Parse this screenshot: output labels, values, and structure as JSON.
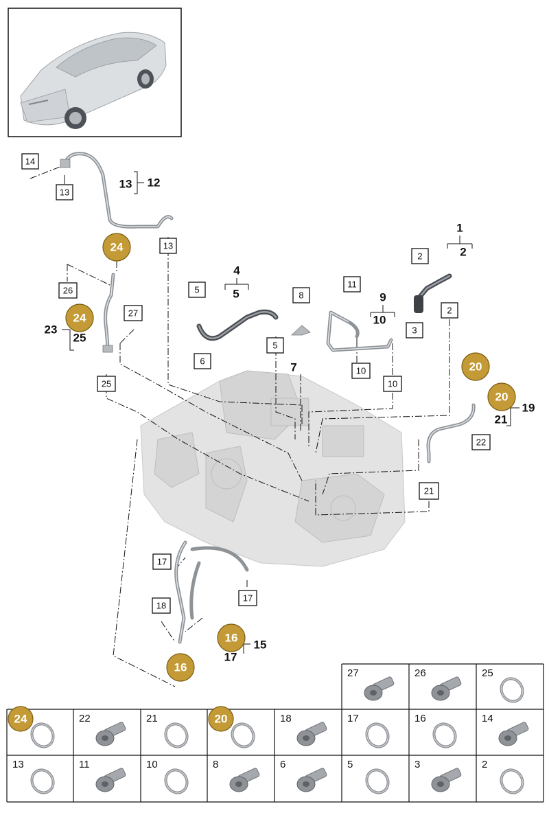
{
  "callouts": {
    "c14": "14",
    "c13a": "13",
    "g13": "13",
    "g12": "12",
    "c13b": "13",
    "c26": "26",
    "c27": "27",
    "g23": "23",
    "g25": "25",
    "c25": "25",
    "g4": "4",
    "g5": "5",
    "c5a": "5",
    "c6": "6",
    "c5b": "5",
    "c8": "8",
    "g7": "7",
    "c11": "11",
    "g9": "9",
    "g10": "10",
    "c10a": "10",
    "c10b": "10",
    "g1": "1",
    "g2": "2",
    "c2a": "2",
    "c2b": "2",
    "c3": "3",
    "g19": "19",
    "g21": "21",
    "c22": "22",
    "c21": "21",
    "c17a": "17",
    "c17b": "17",
    "c18": "18",
    "g15": "15",
    "g17": "17"
  },
  "badges": {
    "b24a": "24",
    "b24b": "24",
    "b20a": "20",
    "b20b": "20",
    "b16a": "16",
    "b16b": "16"
  },
  "parts_table": {
    "row1": [
      "27",
      "26",
      "25"
    ],
    "row2": [
      "24",
      "22",
      "21",
      "20",
      "18",
      "17",
      "16",
      "14"
    ],
    "row3": [
      "13",
      "11",
      "10",
      "8",
      "6",
      "5",
      "3",
      "2"
    ]
  },
  "colors": {
    "badge": "#c39a35",
    "hose": "#4a4d52",
    "pipe": "#8e9398",
    "engine": "#e3e3e3"
  }
}
